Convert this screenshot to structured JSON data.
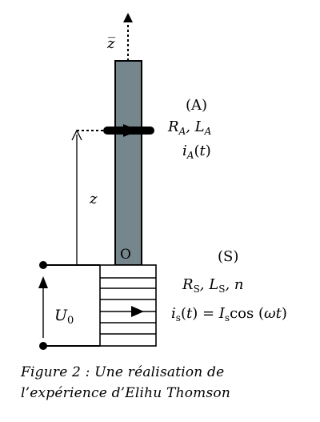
{
  "diagram": {
    "axis_label": "z̅",
    "height_label": "z",
    "origin_label": "O",
    "coil_a": {
      "name": "(A)",
      "params": "RA , LA",
      "current": "iA(t)"
    },
    "coil_s": {
      "name": "(S)",
      "params": "RS , LS , n",
      "current": "iS(t) = IS cos (ωt)"
    },
    "voltage_label": "U0",
    "colors": {
      "rod": "#75878c",
      "line": "#000000",
      "background": "#ffffff"
    }
  },
  "caption": {
    "line1": "Figure 2 : Une réalisation de",
    "line2": "l’expérience d’Elihu Thomson"
  }
}
